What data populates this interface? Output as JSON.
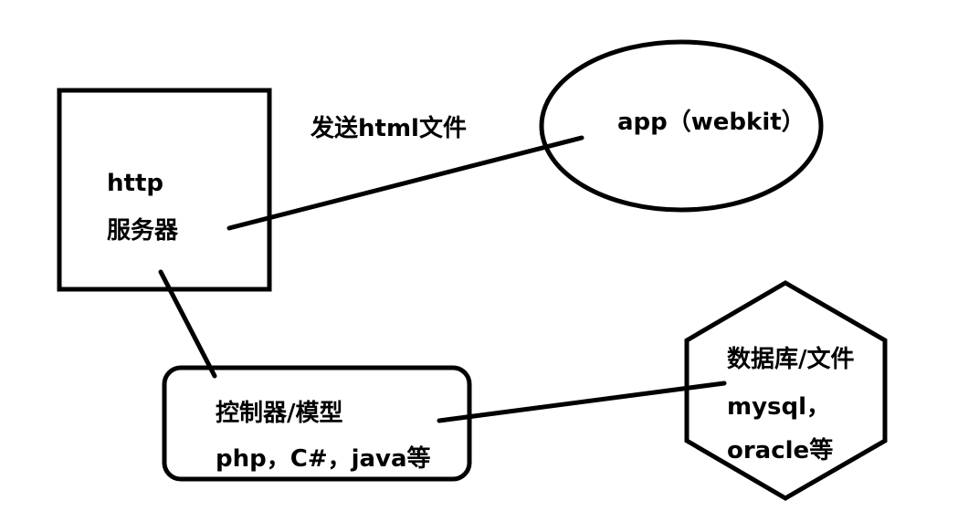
{
  "nodes": {
    "http_server": {
      "line1": "http",
      "line2": "服务器"
    },
    "app": {
      "label": "app（webkit）"
    },
    "controller": {
      "line1": "控制器/模型",
      "line2": "php，C#，java等"
    },
    "database": {
      "line1": "数据库/文件",
      "line2": "mysql，",
      "line3": "oracle等"
    }
  },
  "edges": {
    "server_to_app": {
      "label": "发送html文件"
    }
  }
}
